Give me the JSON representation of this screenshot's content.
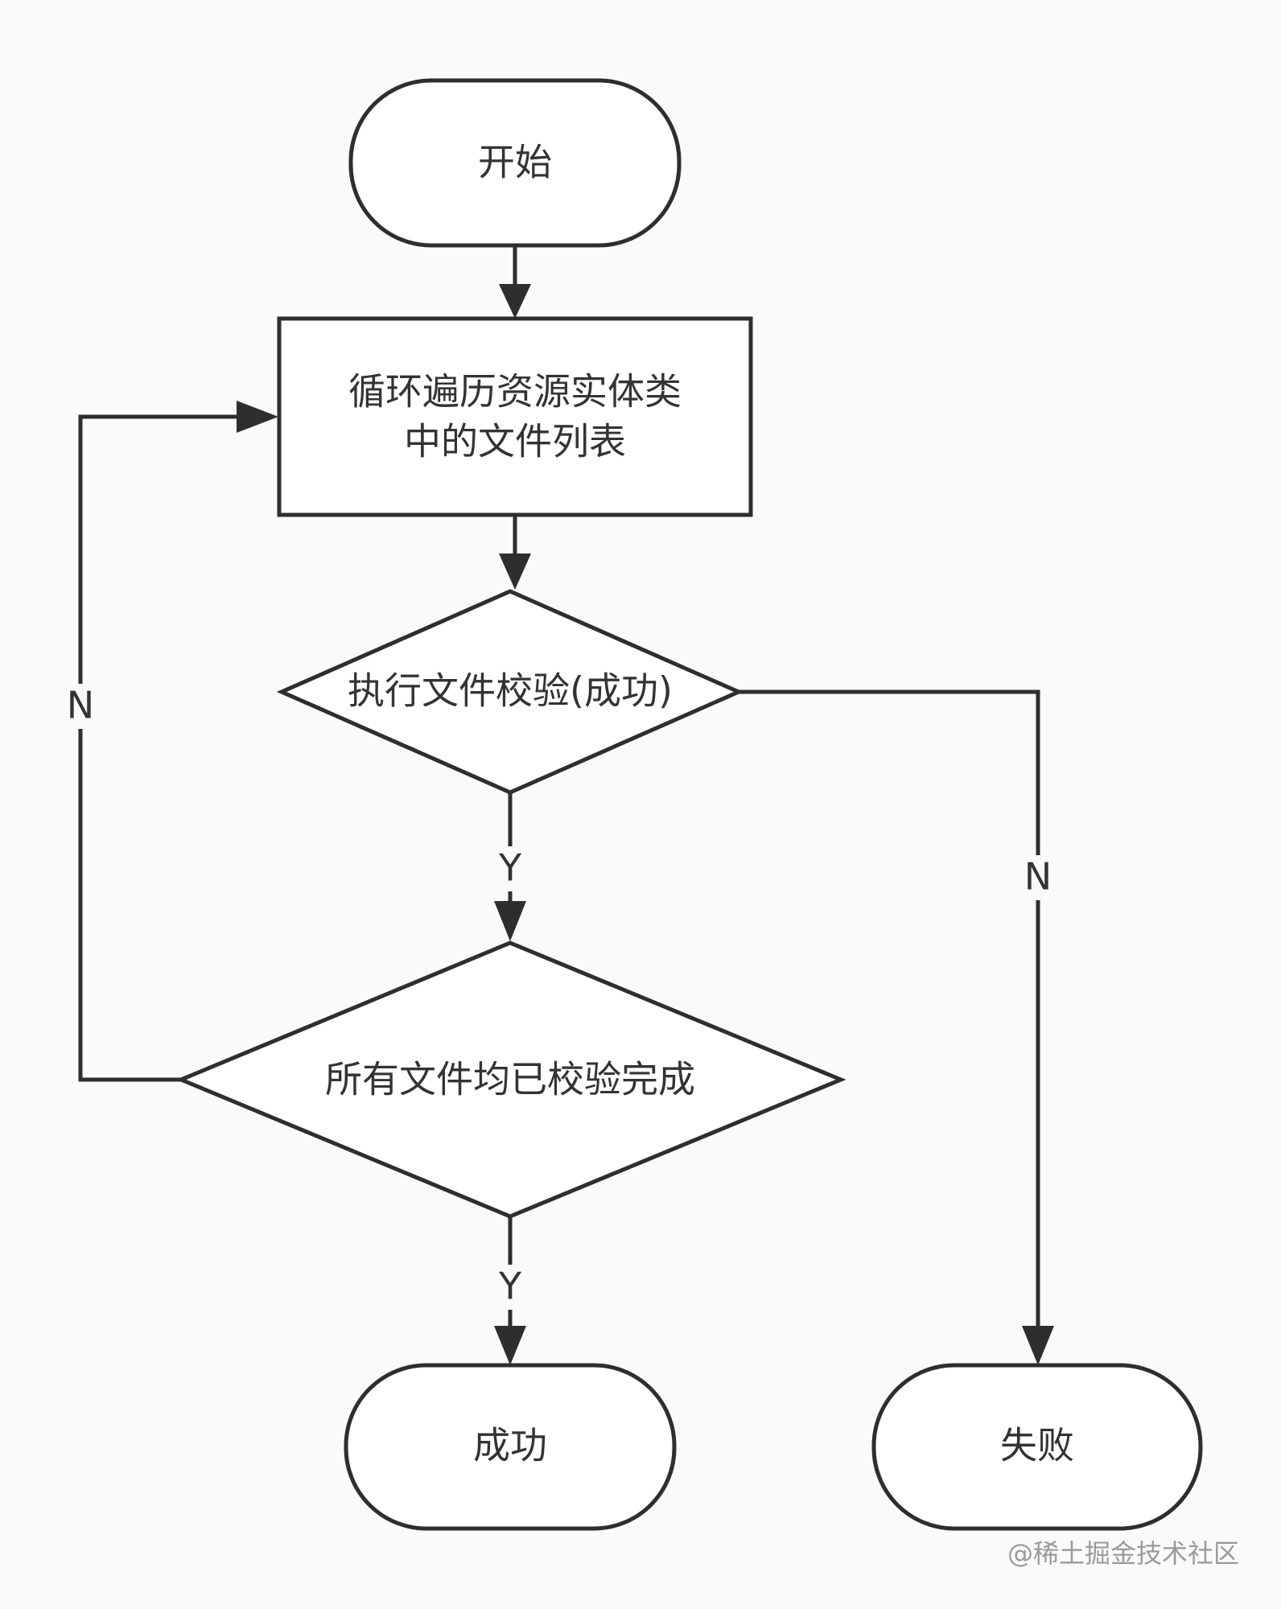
{
  "nodes": {
    "start": "开始",
    "loop_line1": "循环遍历资源实体类",
    "loop_line2": "中的文件列表",
    "verify": "执行文件校验(成功)",
    "all_done": "所有文件均已校验完成",
    "success": "成功",
    "failure": "失败"
  },
  "edge_labels": {
    "verify_yes": "Y",
    "verify_no": "N",
    "all_done_yes": "Y",
    "all_done_no": "N"
  },
  "watermark": "@稀土掘金技术社区"
}
